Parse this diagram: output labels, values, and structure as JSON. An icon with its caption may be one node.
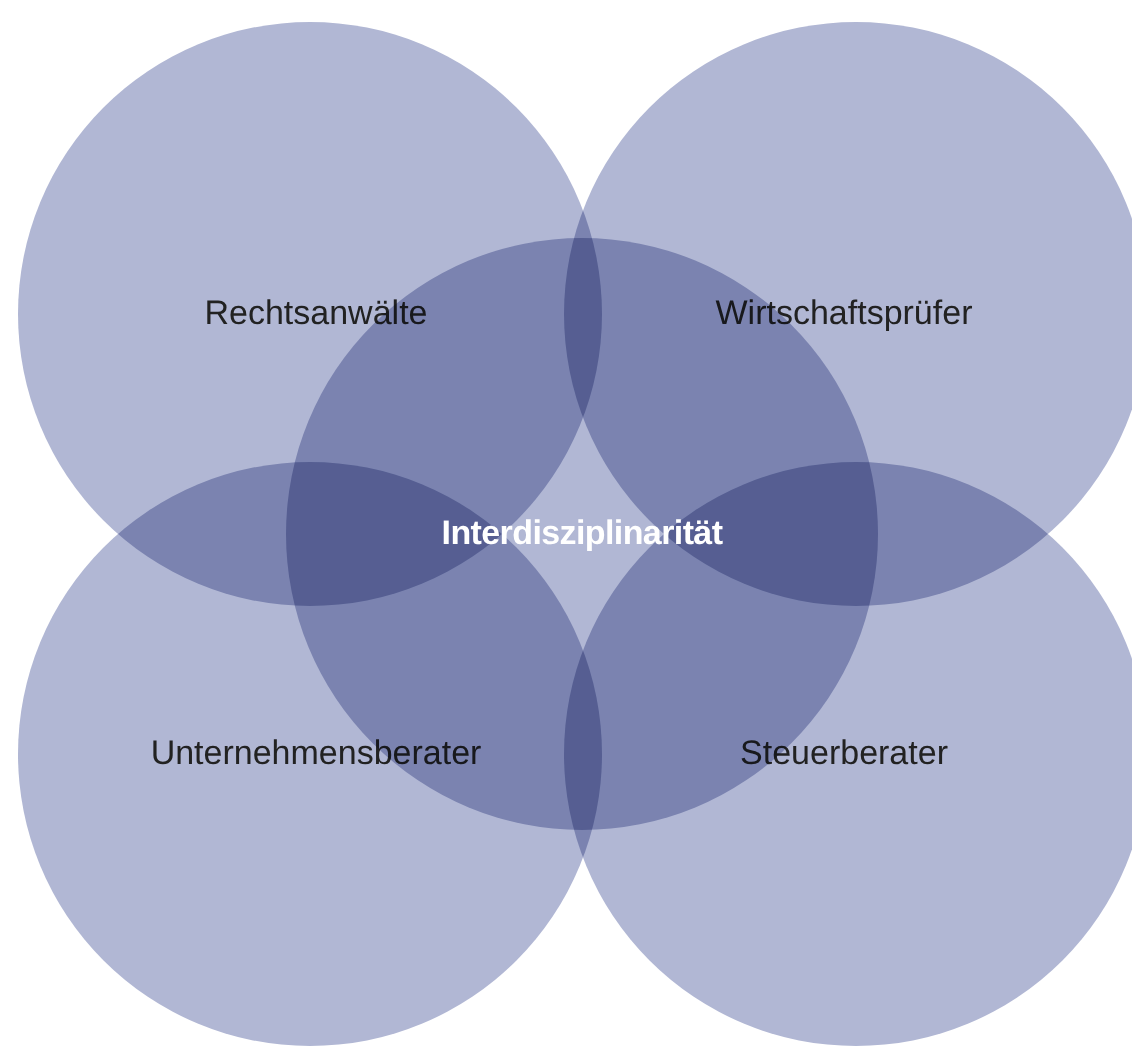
{
  "diagram": {
    "nodes": [
      {
        "text": [
          "Rechtsanwälte"
        ]
      },
      {
        "text": [
          "Wirtschaftsprüfer"
        ]
      },
      {
        "text": [
          "Unternehmensberater"
        ]
      },
      {
        "text": [
          "Steuerberater"
        ]
      },
      {
        "text": [
          "Interdisziplinarität"
        ]
      }
    ],
    "edges": []
  }
}
